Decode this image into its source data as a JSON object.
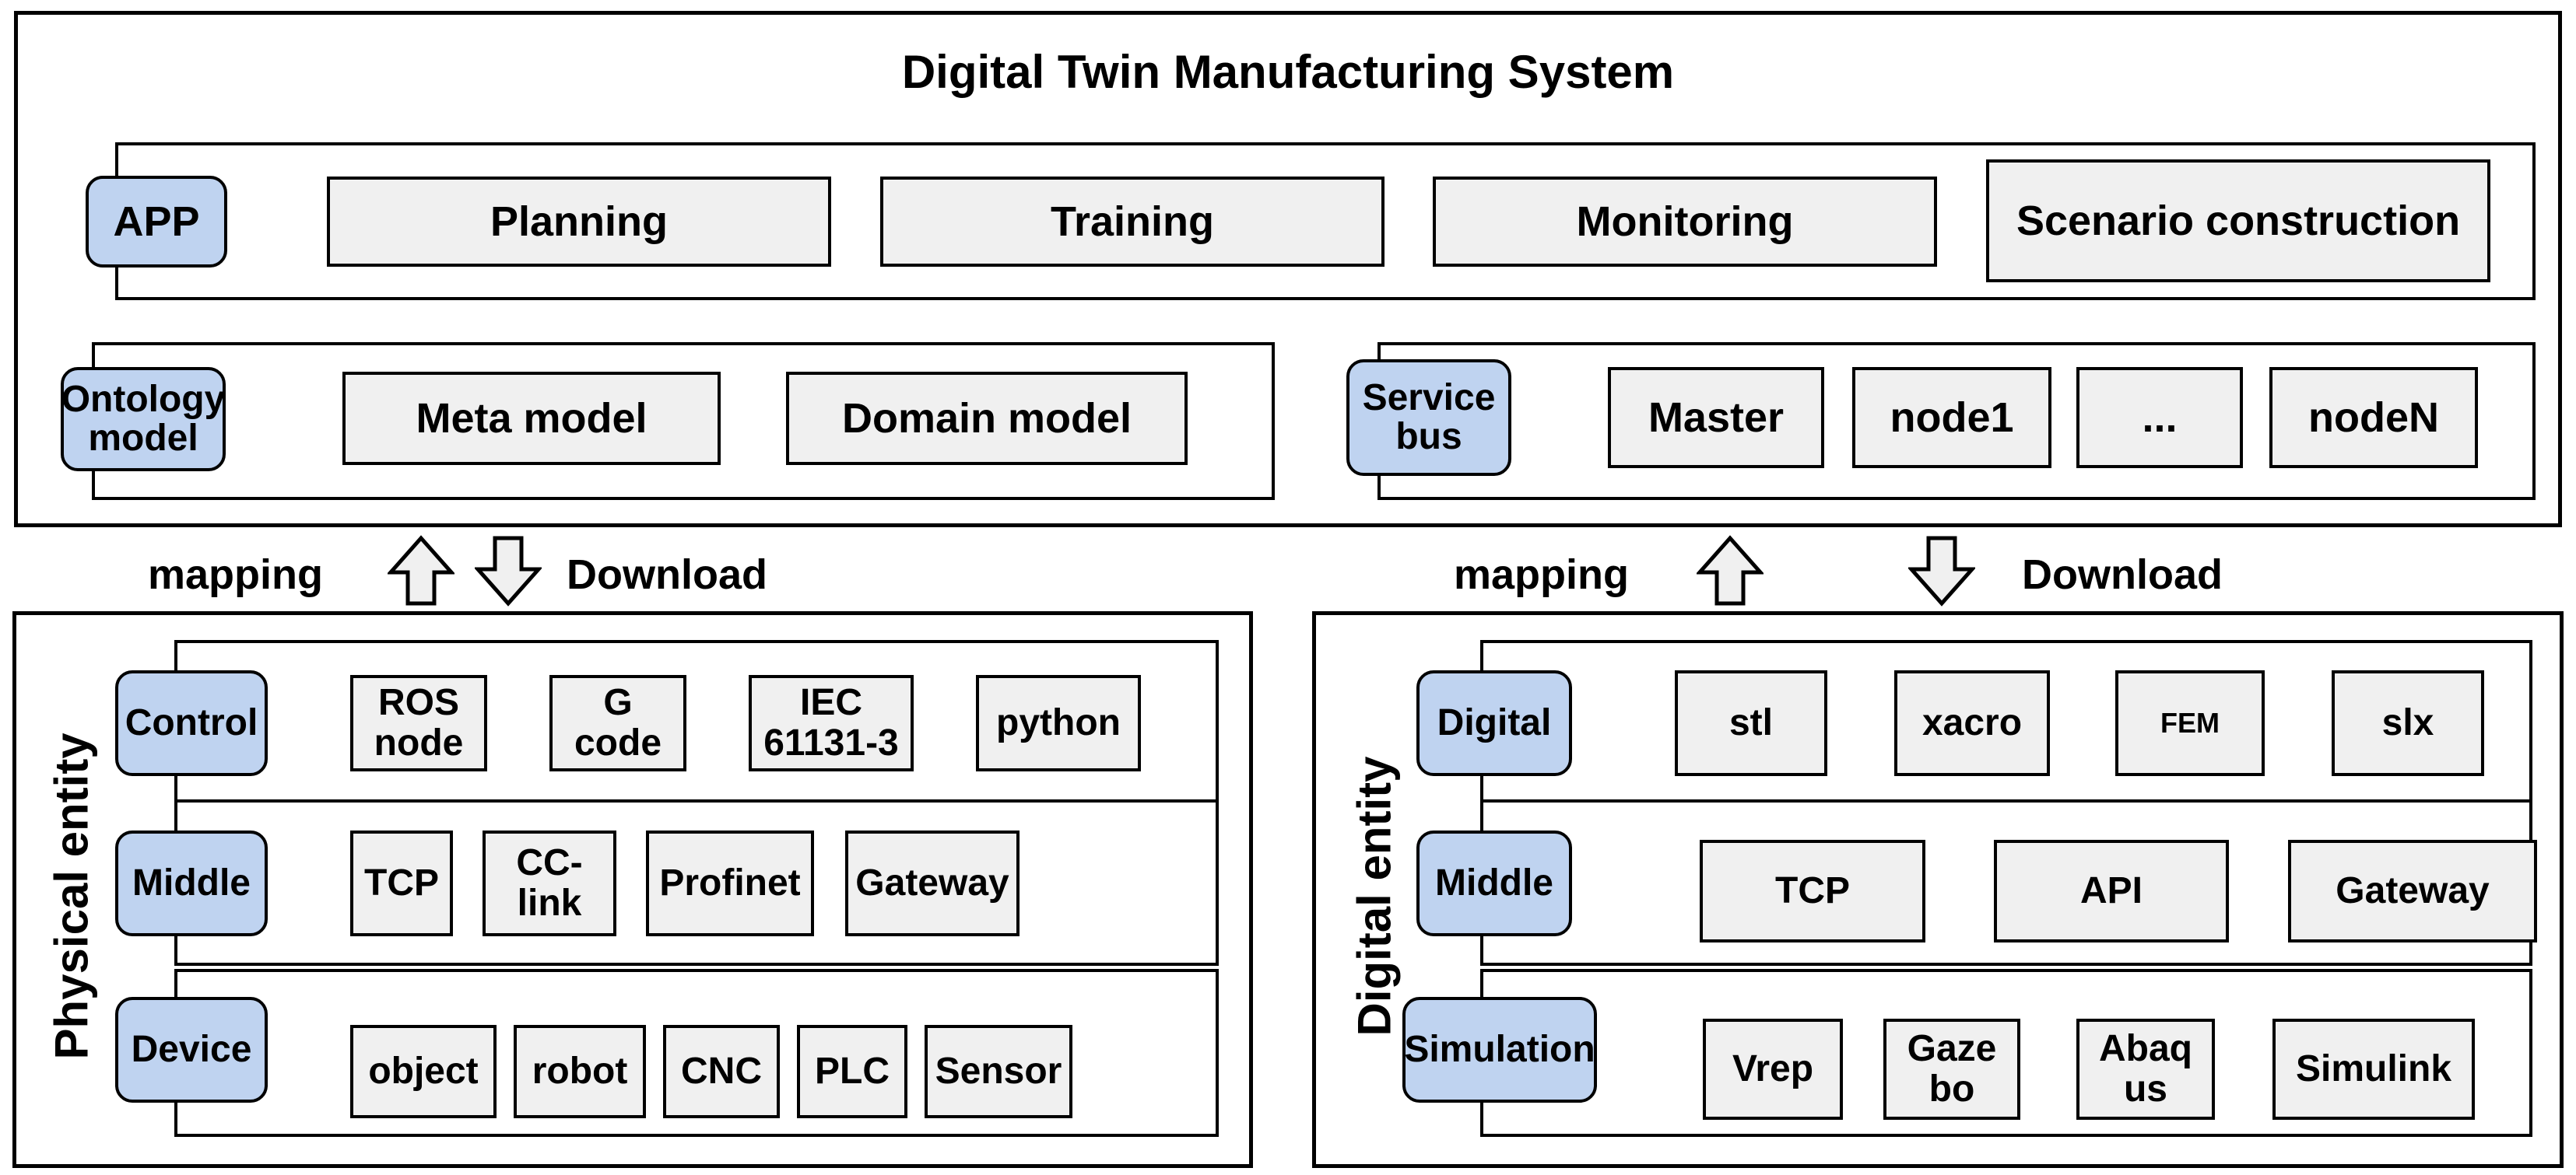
{
  "title": "Digital Twin Manufacturing System",
  "top_section": {
    "app_row": {
      "pill": "APP",
      "items": [
        "Planning",
        "Training",
        "Monitoring",
        "Scenario construction"
      ]
    },
    "ontology_group": {
      "pill": "Ontology model",
      "pill_lines": [
        "Ontology",
        "model"
      ],
      "items": [
        "Meta model",
        "Domain model"
      ]
    },
    "service_group": {
      "pill": "Service bus",
      "pill_lines": [
        "Service",
        "bus"
      ],
      "items": [
        "Master",
        "node1",
        "...",
        "nodeN"
      ]
    }
  },
  "connectors": {
    "left": {
      "up_label": "mapping",
      "down_label": "Download",
      "up_icon": "arrow-up-icon",
      "down_icon": "arrow-down-icon"
    },
    "right": {
      "up_label": "mapping",
      "down_label": "Download",
      "up_icon": "arrow-up-icon",
      "down_icon": "arrow-down-icon"
    }
  },
  "physical_entity": {
    "label": "Physical entity",
    "rows": [
      {
        "pill": "Control",
        "items": [
          {
            "lines": [
              "ROS",
              "node"
            ]
          },
          {
            "lines": [
              "G",
              "code"
            ]
          },
          {
            "lines": [
              "IEC",
              "61131-3"
            ]
          },
          {
            "lines": [
              "python"
            ]
          }
        ]
      },
      {
        "pill": "Middle",
        "items": [
          {
            "lines": [
              "TCP"
            ]
          },
          {
            "lines": [
              "CC-",
              "link"
            ]
          },
          {
            "lines": [
              "Profinet"
            ]
          },
          {
            "lines": [
              "Gateway"
            ]
          }
        ]
      },
      {
        "pill": "Device",
        "items": [
          {
            "lines": [
              "object"
            ]
          },
          {
            "lines": [
              "robot"
            ]
          },
          {
            "lines": [
              "CNC"
            ]
          },
          {
            "lines": [
              "PLC"
            ]
          },
          {
            "lines": [
              "Sensor"
            ]
          }
        ]
      }
    ]
  },
  "digital_entity": {
    "label": "Digital entity",
    "rows": [
      {
        "pill": "Digital",
        "items": [
          {
            "lines": [
              "stl"
            ]
          },
          {
            "lines": [
              "xacro"
            ]
          },
          {
            "lines": [
              "FEM"
            ]
          },
          {
            "lines": [
              "slx"
            ]
          }
        ]
      },
      {
        "pill": "Middle",
        "items": [
          {
            "lines": [
              "TCP"
            ]
          },
          {
            "lines": [
              "API"
            ]
          },
          {
            "lines": [
              "Gateway"
            ]
          }
        ]
      },
      {
        "pill": "Simulation",
        "items": [
          {
            "lines": [
              "Vrep"
            ]
          },
          {
            "lines": [
              "Gaze",
              "bo"
            ]
          },
          {
            "lines": [
              "Abaq",
              "us"
            ]
          },
          {
            "lines": [
              "Simulink"
            ]
          }
        ]
      }
    ]
  },
  "colors": {
    "pill_fill": "#BFD3F0",
    "box_fill": "#F0F0F0",
    "stroke": "#000000",
    "background": "#FFFFFF"
  }
}
